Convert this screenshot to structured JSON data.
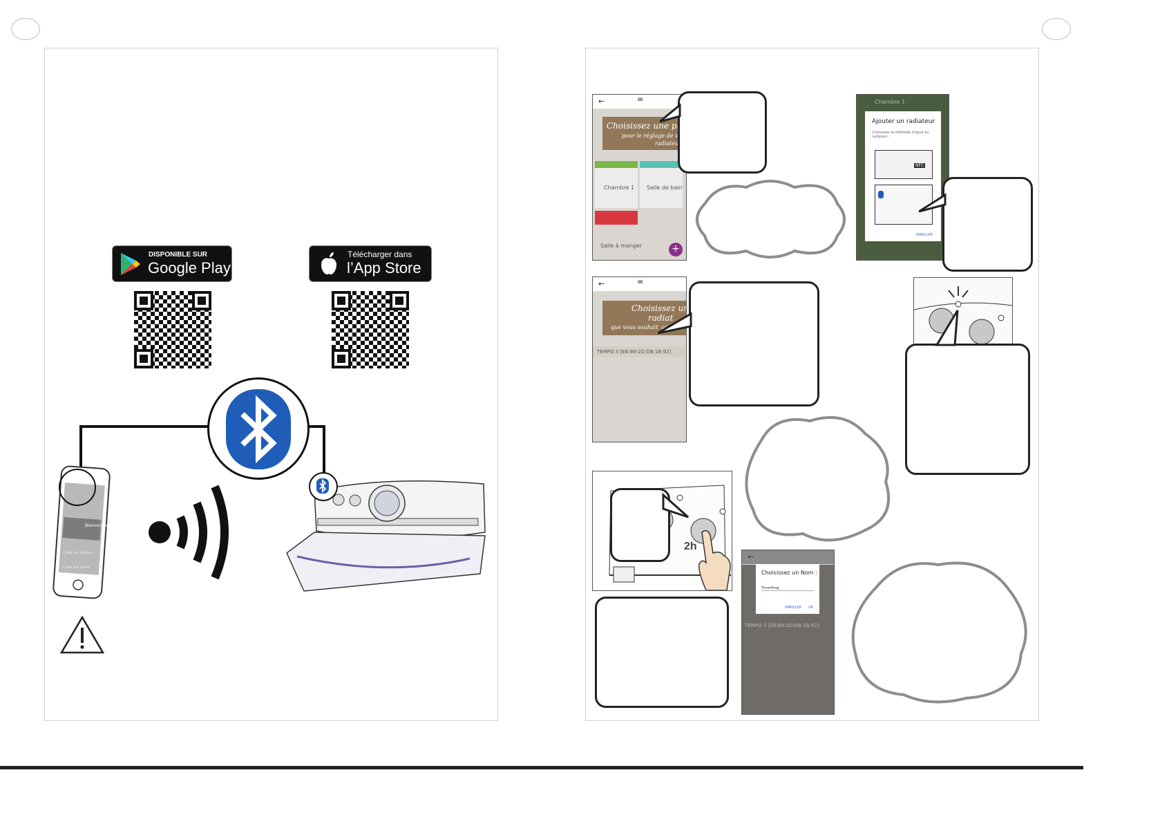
{
  "left_page": {
    "google_play": {
      "line1": "DISPONIBLE SUR",
      "line2": "Google Play"
    },
    "app_store": {
      "line1": "Télécharger dans",
      "line2": "l’App Store"
    },
    "phone_screen": {
      "line1": "Bienvenue",
      "line2": "Créer ma maison",
      "line3": "Créer ma pièce"
    }
  },
  "right_page": {
    "screen1": {
      "banner_line1": "Choisissez une pièce",
      "banner_line2": "pour le réglage de vo",
      "banner_line3": "radiateur",
      "rooms": [
        "Chambre 1",
        "Salle de bain",
        "Salle à manger"
      ],
      "fab": "+"
    },
    "screen2": {
      "header": "Chambre 1",
      "dialog_title": "Ajouter un radiateur",
      "dialog_text": "Choisissez la méthode d'ajout du radiateur :",
      "nfc_label": "NFC",
      "cancel": "ANNULER"
    },
    "screen3": {
      "banner_line1": "Choisissez un",
      "banner_line2": "radiat",
      "banner_line3": "que vous souhait  ajouter",
      "device": "TEMPO 3 [EB:B9:2D:DB:1B:92]"
    },
    "keypad": {
      "label": "2h"
    },
    "screen4": {
      "dialog_title": "Choisissez un Nom :",
      "input_value": "TimerProg",
      "cancel": "ANNULER",
      "ok": "OK",
      "device": "TEMPO 3 [EB:B9:2D:DB:1B:92]"
    }
  },
  "colors": {
    "bluetooth": "#1f5db8",
    "banner": "#8c704e",
    "fab": "#8b2f8b",
    "red_tile": "#d9373f",
    "green_tile": "#7ab648",
    "teal_tile": "#59c1b4",
    "dialog_bg": "#4a5e3f"
  },
  "icons": [
    "google-play-icon",
    "apple-icon",
    "bluetooth-icon",
    "wifi-signal-icon",
    "warning-icon",
    "back-arrow-icon",
    "sync-icon",
    "trash-icon",
    "edit-icon",
    "tap-hand-icon"
  ]
}
